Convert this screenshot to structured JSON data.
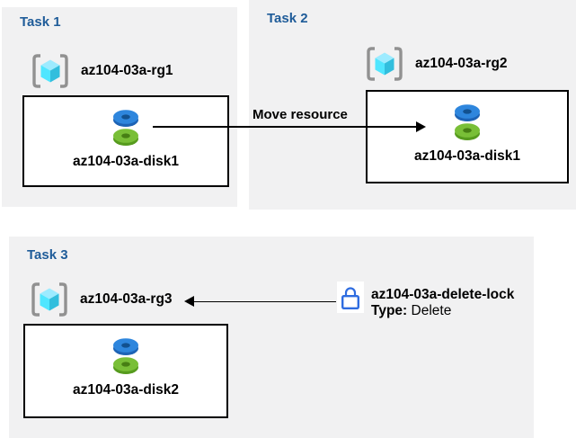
{
  "colors": {
    "panel_background": "#f1f1f2",
    "task_title_blue": "#1f5c99",
    "label_black": "#000000",
    "lock_blue": "#2e6ce0",
    "disk_blue_top": "#2e86dd",
    "disk_blue_side": "#1d63b5",
    "disk_green_top": "#79bf37",
    "disk_green_side": "#569b1e",
    "cube_top_cyan": "#9debff",
    "cube_left_cyan": "#50e6ff",
    "cube_right_teal": "#32bedd",
    "bracket_gray": "#919191",
    "arrow_black": "#000000"
  },
  "tasks": [
    {
      "title": "Task 1",
      "resource_group": "az104-03a-rg1",
      "resource": "az104-03a-disk1"
    },
    {
      "title": "Task 2",
      "resource_group": "az104-03a-rg2",
      "resource": "az104-03a-disk1"
    },
    {
      "title": "Task 3",
      "resource_group": "az104-03a-rg3",
      "resource": "az104-03a-disk2"
    }
  ],
  "move_arrow": {
    "label": "Move resource"
  },
  "lock": {
    "name": "az104-03a-delete-lock",
    "type_label": "Type:",
    "type_value": "Delete"
  },
  "icons": {
    "resource_group": "resource-group-icon",
    "disk": "disk-stack-icon",
    "lock": "lock-icon"
  }
}
